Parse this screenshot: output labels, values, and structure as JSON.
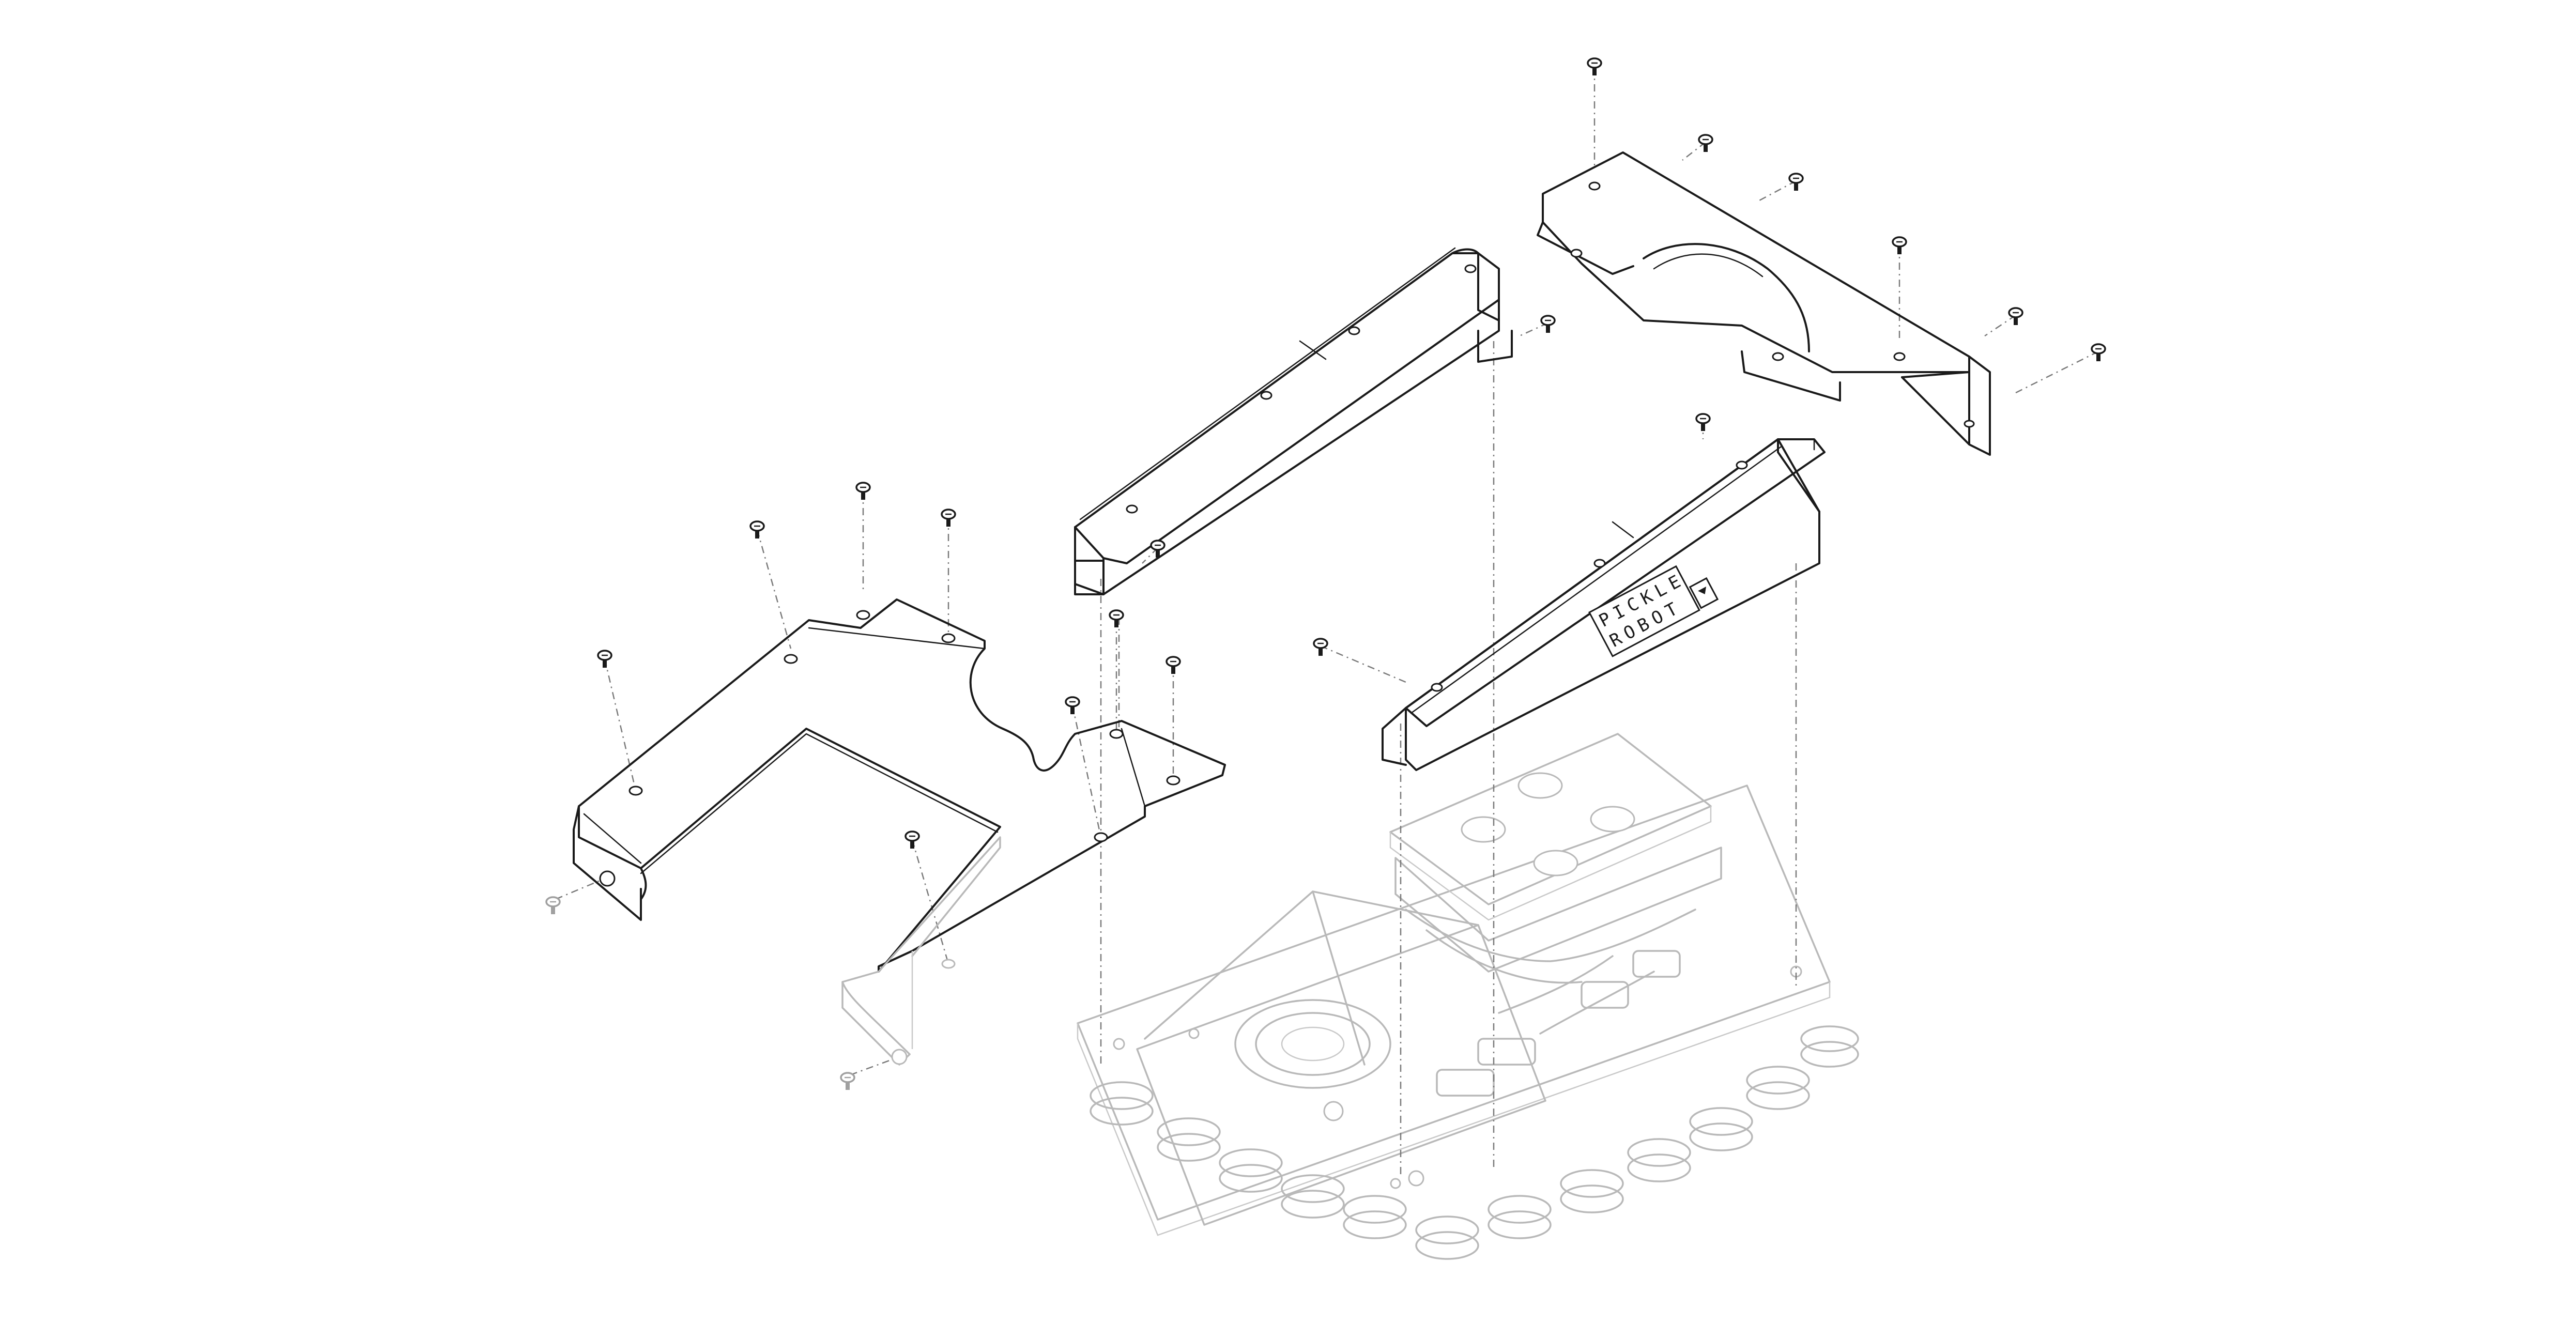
{
  "logo": {
    "line1": "PICKLE",
    "line2": "ROBOT"
  },
  "colors": {
    "ink": "#1a1a1a",
    "ghost": "#b9b9b9",
    "dash": "#7a7a7a",
    "background": "#ffffff"
  },
  "parts": [
    {
      "id": "left-base-plate",
      "kind": "sheet-metal-bracket"
    },
    {
      "id": "center-arch-bracket",
      "kind": "sheet-metal-bracket"
    },
    {
      "id": "top-right-mount-plate",
      "kind": "sheet-metal-bracket"
    },
    {
      "id": "right-cover-bracket",
      "kind": "sheet-metal-cover",
      "has_logo": true
    },
    {
      "id": "gripper-base-assembly",
      "kind": "existing-assembly-ghosted"
    }
  ],
  "fastener_icon": "flat-head-screw-icon"
}
